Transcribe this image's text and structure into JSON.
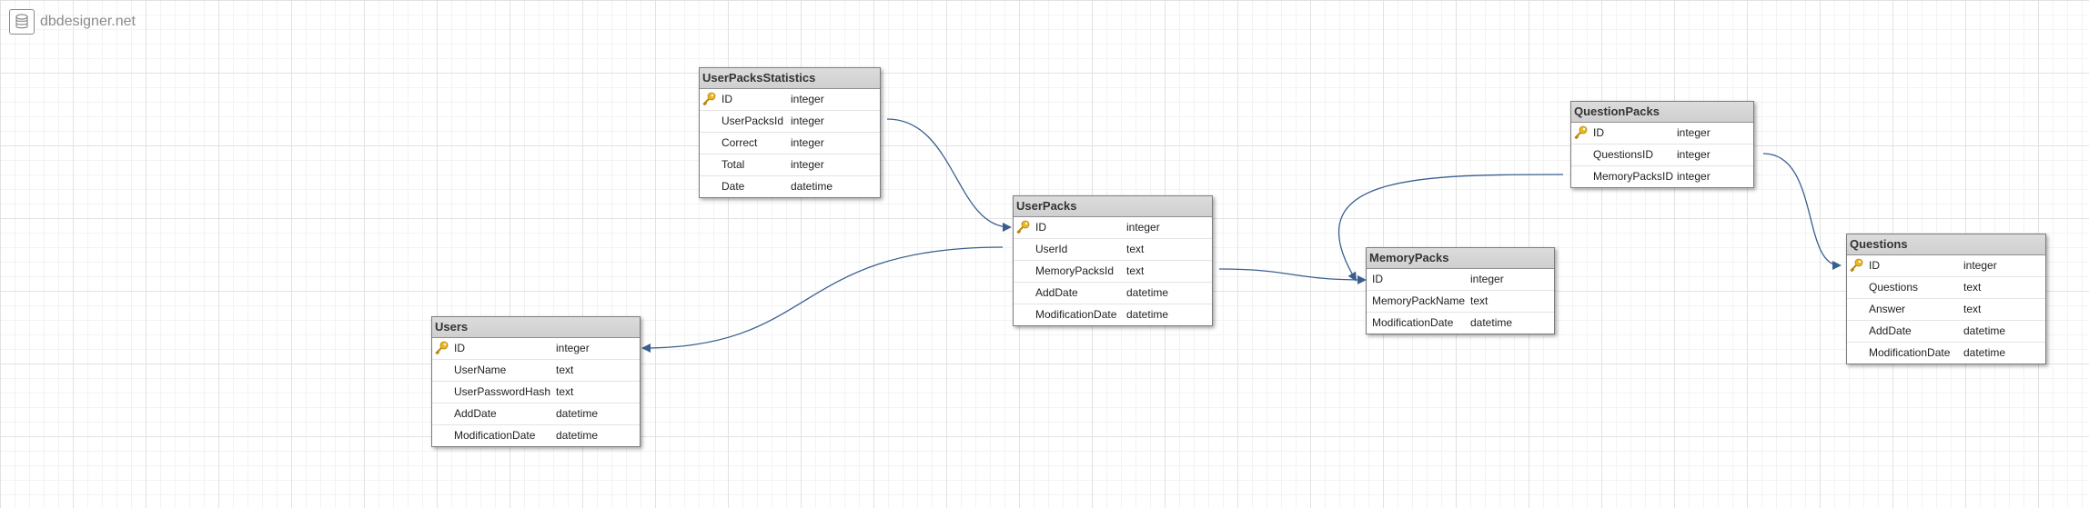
{
  "app": {
    "logo_text": "dbdesigner.net",
    "logo_icon": "database-icon"
  },
  "colors": {
    "link": "#3a5f8f",
    "header_bg": "#d6d6d6",
    "key_icon": "#e8b923"
  },
  "tables": {
    "user_packs_statistics": {
      "title": "UserPacksStatistics",
      "columns": [
        {
          "name": "ID",
          "type": "integer",
          "primary_key": true
        },
        {
          "name": "UserPacksId",
          "type": "integer"
        },
        {
          "name": "Correct",
          "type": "integer"
        },
        {
          "name": "Total",
          "type": "integer"
        },
        {
          "name": "Date",
          "type": "datetime"
        }
      ]
    },
    "user_packs": {
      "title": "UserPacks",
      "columns": [
        {
          "name": "ID",
          "type": "integer",
          "primary_key": true
        },
        {
          "name": "UserId",
          "type": "text"
        },
        {
          "name": "MemoryPacksId",
          "type": "text"
        },
        {
          "name": "AddDate",
          "type": "datetime"
        },
        {
          "name": "ModificationDate",
          "type": "datetime"
        }
      ]
    },
    "users": {
      "title": "Users",
      "columns": [
        {
          "name": "ID",
          "type": "integer",
          "primary_key": true
        },
        {
          "name": "UserName",
          "type": "text"
        },
        {
          "name": "UserPasswordHash",
          "type": "text"
        },
        {
          "name": "AddDate",
          "type": "datetime"
        },
        {
          "name": "ModificationDate",
          "type": "datetime"
        }
      ]
    },
    "question_packs": {
      "title": "QuestionPacks",
      "columns": [
        {
          "name": "ID",
          "type": "integer",
          "primary_key": true
        },
        {
          "name": "QuestionsID",
          "type": "integer"
        },
        {
          "name": "MemoryPacksID",
          "type": "integer"
        }
      ]
    },
    "memory_packs": {
      "title": "MemoryPacks",
      "columns": [
        {
          "name": "ID",
          "type": "integer"
        },
        {
          "name": "MemoryPackName",
          "type": "text"
        },
        {
          "name": "ModificationDate",
          "type": "datetime"
        }
      ]
    },
    "questions": {
      "title": "Questions",
      "columns": [
        {
          "name": "ID",
          "type": "integer",
          "primary_key": true
        },
        {
          "name": "Questions",
          "type": "text"
        },
        {
          "name": "Answer",
          "type": "text"
        },
        {
          "name": "AddDate",
          "type": "datetime"
        },
        {
          "name": "ModificationDate",
          "type": "datetime"
        }
      ]
    }
  },
  "relations": [
    {
      "from": "user_packs_statistics.UserPacksId",
      "to": "user_packs.ID"
    },
    {
      "from": "user_packs.UserId",
      "to": "users.ID"
    },
    {
      "from": "user_packs.MemoryPacksId",
      "to": "memory_packs.ID"
    },
    {
      "from": "question_packs.QuestionsID",
      "to": "questions.ID"
    },
    {
      "from": "question_packs.MemoryPacksID",
      "to": "memory_packs.ID"
    }
  ]
}
